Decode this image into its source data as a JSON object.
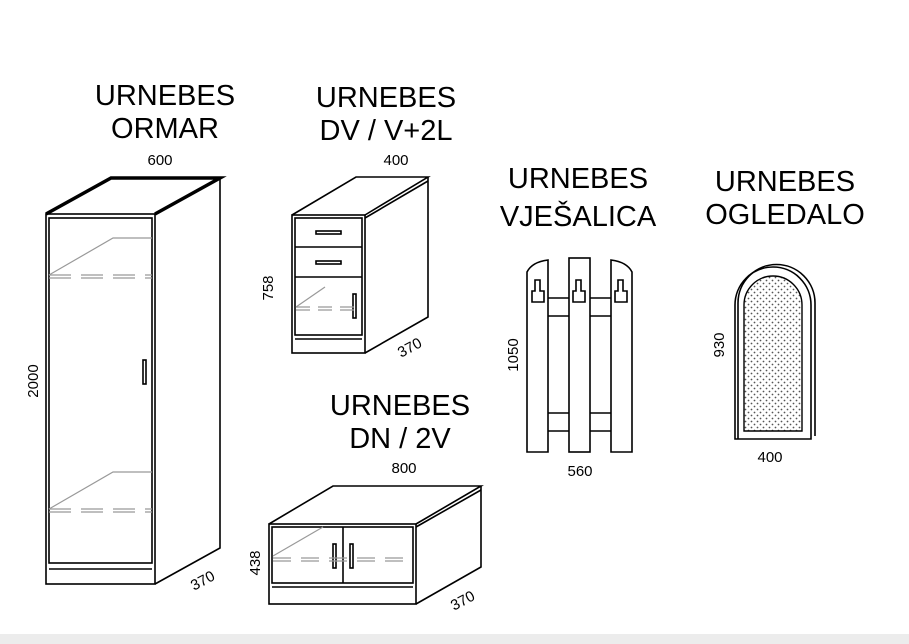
{
  "products": {
    "ormar": {
      "title_line1": "URNEBES",
      "title_line2": "ORMAR",
      "width": "600",
      "height": "2000",
      "depth": "370"
    },
    "dv": {
      "title_line1": "URNEBES",
      "title_line2": "DV / V+2L",
      "width": "400",
      "height": "758",
      "depth": "370"
    },
    "dn": {
      "title_line1": "URNEBES",
      "title_line2": "DN / 2V",
      "width": "800",
      "height": "438",
      "depth": "370"
    },
    "vjesalica": {
      "title_line1": "URNEBES",
      "title_line2": "VJEŠALICA",
      "width": "560",
      "height": "1050"
    },
    "ogledalo": {
      "title_line1": "URNEBES",
      "title_line2": "OGLEDALO",
      "width": "400",
      "height": "930"
    }
  }
}
